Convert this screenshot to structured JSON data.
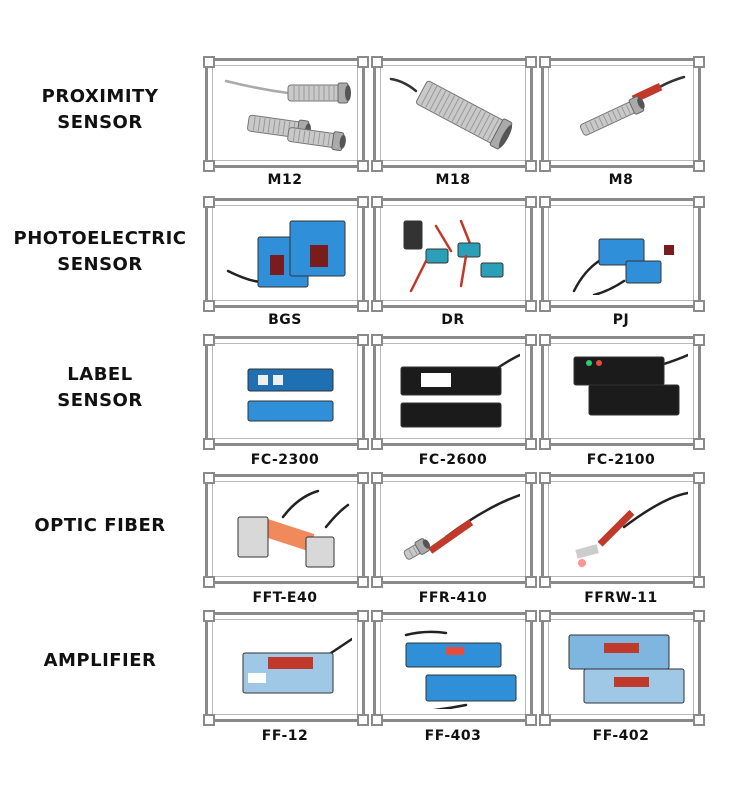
{
  "categories": [
    {
      "line1": "PROXIMITY",
      "line2": "SENSOR",
      "items": [
        {
          "model": "M12",
          "kind": "prox-pair"
        },
        {
          "model": "M18",
          "kind": "prox-single"
        },
        {
          "model": "M8",
          "kind": "prox-thin"
        }
      ]
    },
    {
      "line1": "PHOTOELECTRIC",
      "line2": "SENSOR",
      "items": [
        {
          "model": "BGS",
          "kind": "blue-box"
        },
        {
          "model": "DR",
          "kind": "dr-set"
        },
        {
          "model": "PJ",
          "kind": "pj"
        }
      ]
    },
    {
      "line1": "LABEL",
      "line2": "SENSOR",
      "items": [
        {
          "model": "FC-2300",
          "kind": "fork-blue"
        },
        {
          "model": "FC-2600",
          "kind": "fork-black"
        },
        {
          "model": "FC-2100",
          "kind": "fork-black2"
        }
      ]
    },
    {
      "line1": "OPTIC FIBER",
      "line2": "",
      "items": [
        {
          "model": "FFT-E40",
          "kind": "fiber-bracket"
        },
        {
          "model": "FFR-410",
          "kind": "fiber-red"
        },
        {
          "model": "FFRW-11",
          "kind": "fiber-red2"
        }
      ]
    },
    {
      "line1": "AMPLIFIER",
      "line2": "",
      "items": [
        {
          "model": "FF-12",
          "kind": "amp1"
        },
        {
          "model": "FF-403",
          "kind": "amp2"
        },
        {
          "model": "FF-402",
          "kind": "amp3"
        }
      ]
    }
  ],
  "colors": {
    "frame": "#8a8a8a",
    "blue": "#2f8fd8",
    "red": "#c0392b",
    "metal": "#b9b9b9"
  }
}
